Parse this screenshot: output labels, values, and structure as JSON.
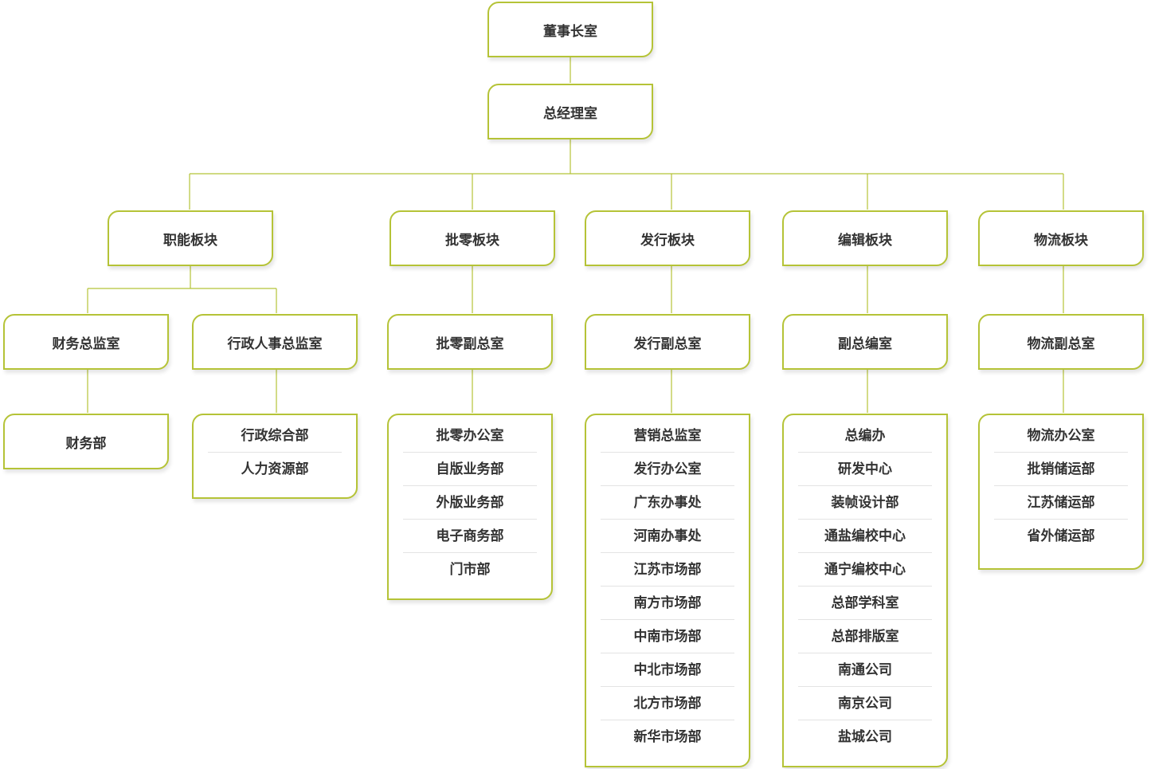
{
  "chairman": "董事长室",
  "gm": "总经理室",
  "divisions": [
    {
      "name": "职能板块",
      "subs": [
        {
          "name": "财务总监室",
          "items": [
            "财务部"
          ]
        },
        {
          "name": "行政人事总监室",
          "items": [
            "行政综合部",
            "人力资源部"
          ]
        }
      ]
    },
    {
      "name": "批零板块",
      "subs": [
        {
          "name": "批零副总室",
          "items": [
            "批零办公室",
            "自版业务部",
            "外版业务部",
            "电子商务部",
            "门市部"
          ]
        }
      ]
    },
    {
      "name": "发行板块",
      "subs": [
        {
          "name": "发行副总室",
          "items": [
            "营销总监室",
            "发行办公室",
            "广东办事处",
            "河南办事处",
            "江苏市场部",
            "南方市场部",
            "中南市场部",
            "中北市场部",
            "北方市场部",
            "新华市场部"
          ]
        }
      ]
    },
    {
      "name": "编辑板块",
      "subs": [
        {
          "name": "副总编室",
          "items": [
            "总编办",
            "研发中心",
            "装帧设计部",
            "通盐编校中心",
            "通宁编校中心",
            "总部学科室",
            "总部排版室",
            "南通公司",
            "南京公司",
            "盐城公司"
          ]
        }
      ]
    },
    {
      "name": "物流板块",
      "subs": [
        {
          "name": "物流副总室",
          "items": [
            "物流办公室",
            "批销储运部",
            "江苏储运部",
            "省外储运部"
          ]
        }
      ]
    }
  ]
}
